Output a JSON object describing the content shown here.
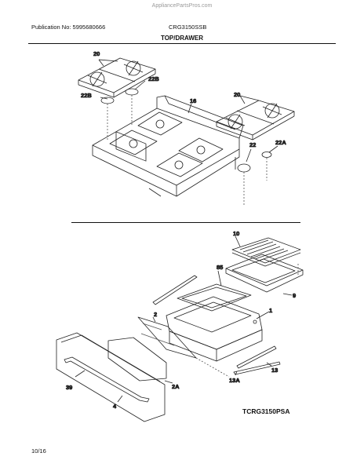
{
  "header": {
    "watermark": "AppliancePartsPros.com",
    "publication": "Publication No: 5995680666",
    "model": "CRG3150SSB",
    "section_title": "TOP/DRAWER"
  },
  "labels": {
    "grate_left": "20",
    "grate_right": "20",
    "burner_cap_22b_upper": "22B",
    "burner_cap_22b_lower": "22B",
    "cooktop": "16",
    "burner_cap_22": "22",
    "burner_cap_22a": "22A",
    "broiler_grid": "10",
    "broiler_pan": "9",
    "drawer_frame": "85",
    "drawer_body": "1",
    "drawer_panel": "2",
    "drawer_panel_2a": "2A",
    "drawer_handle": "39",
    "drawer_front": "4",
    "slide_rail": "13",
    "slide_rail_13a": "13A"
  },
  "footer": {
    "diagram_code": "TCRG3150PSA",
    "page": "10/16"
  }
}
